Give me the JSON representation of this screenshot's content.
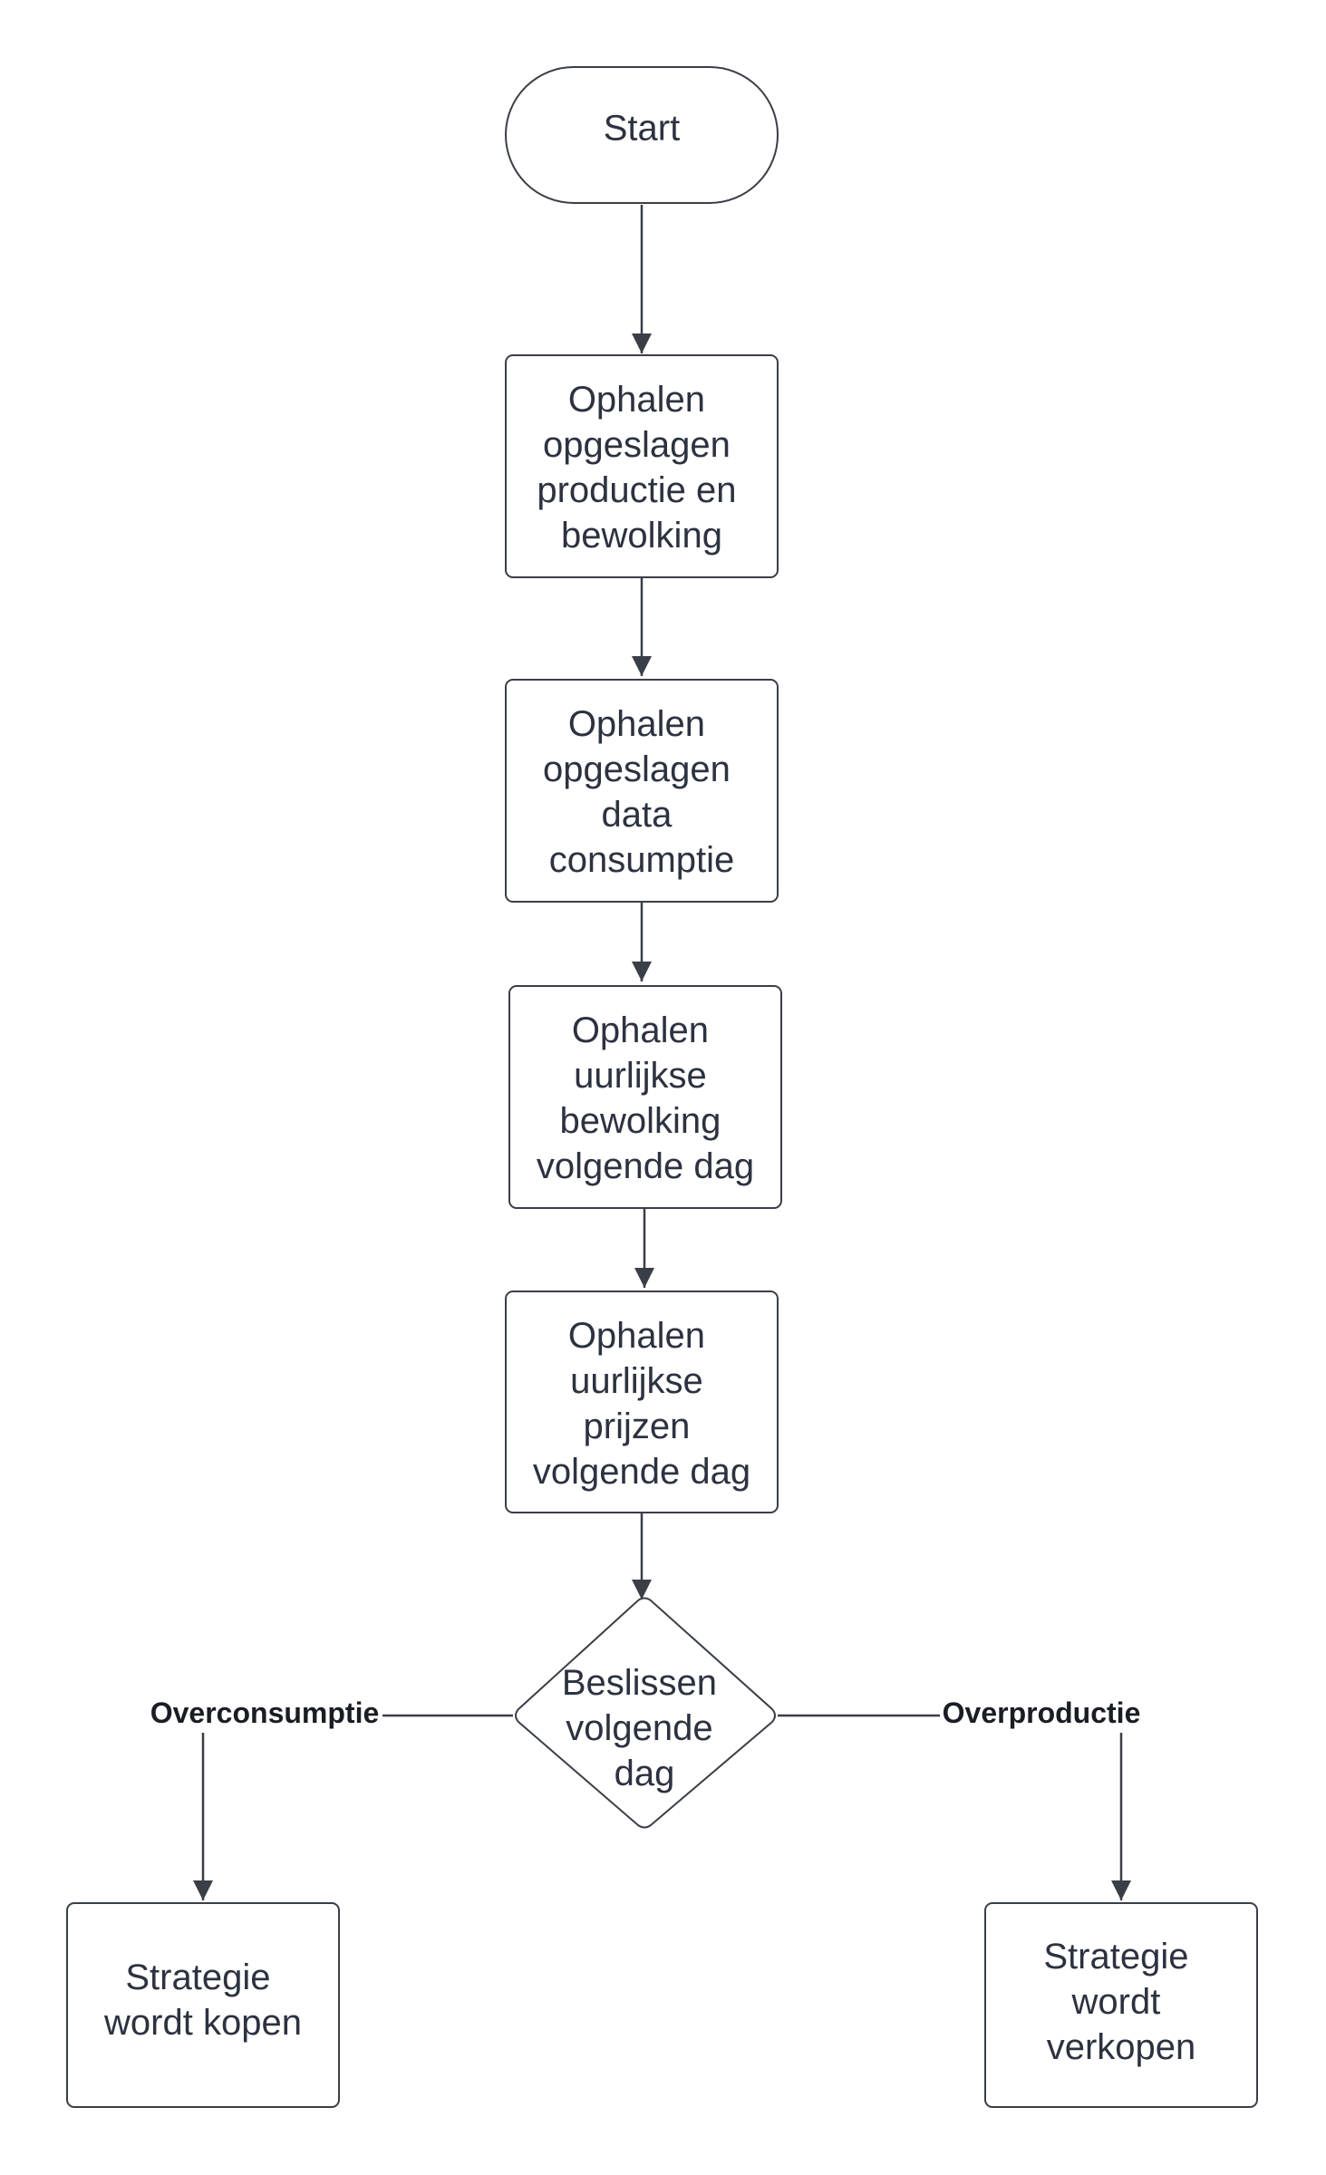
{
  "colors": {
    "stroke": "#3a3e47",
    "text": "#2d3240",
    "background": "#ffffff"
  },
  "nodes": {
    "start": {
      "label": "Start"
    },
    "fetch_production": {
      "lines": [
        "Ophalen",
        "opgeslagen",
        "productie en",
        "bewolking"
      ]
    },
    "fetch_consumption": {
      "lines": [
        "Ophalen",
        "opgeslagen",
        "data",
        "consumptie"
      ]
    },
    "fetch_clouds": {
      "lines": [
        "Ophalen",
        "uurlijkse",
        "bewolking",
        "volgende dag"
      ]
    },
    "fetch_prices": {
      "lines": [
        "Ophalen",
        "uurlijkse",
        "prijzen",
        "volgende dag"
      ]
    },
    "decide": {
      "lines": [
        "Beslissen",
        "volgende",
        "dag"
      ]
    },
    "buy": {
      "lines": [
        "Strategie",
        "wordt kopen"
      ]
    },
    "sell": {
      "lines": [
        "Strategie",
        "wordt",
        "verkopen"
      ]
    }
  },
  "edge_labels": {
    "left": "Overconsumptie",
    "right": "Overproductie"
  }
}
